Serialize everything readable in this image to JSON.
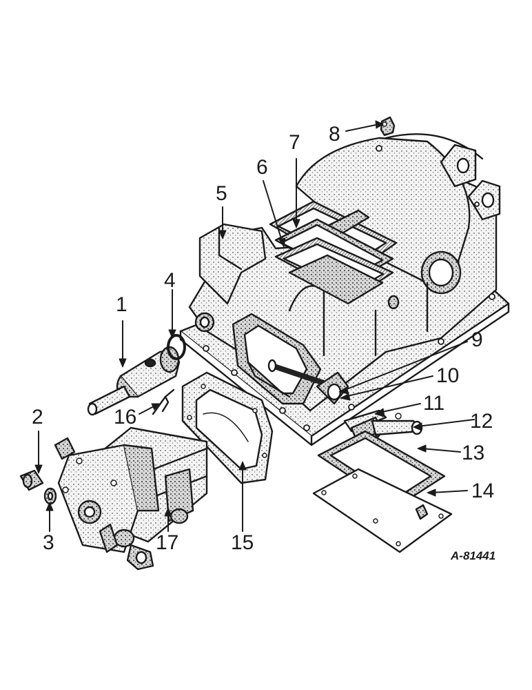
{
  "drawing": {
    "reference": "A-81441",
    "callouts": [
      "1",
      "2",
      "3",
      "4",
      "5",
      "6",
      "7",
      "8",
      "9",
      "10",
      "11",
      "12",
      "13",
      "14",
      "15",
      "16",
      "17"
    ]
  }
}
